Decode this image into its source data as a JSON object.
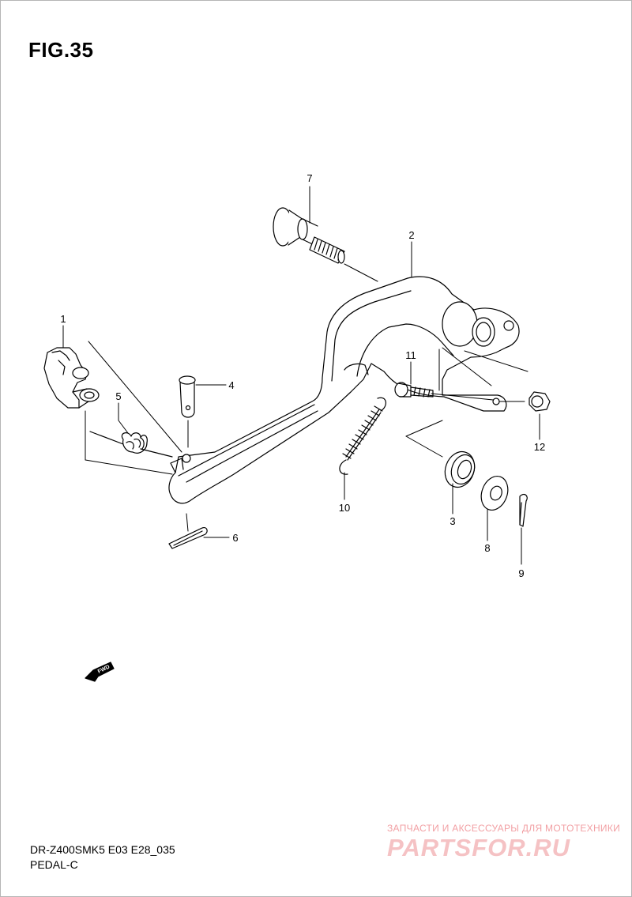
{
  "figure": {
    "title": "FIG.35"
  },
  "callouts": [
    {
      "id": "c1",
      "label": "1"
    },
    {
      "id": "c2",
      "label": "2"
    },
    {
      "id": "c3",
      "label": "3"
    },
    {
      "id": "c4",
      "label": "4"
    },
    {
      "id": "c5",
      "label": "5"
    },
    {
      "id": "c6",
      "label": "6"
    },
    {
      "id": "c7",
      "label": "7"
    },
    {
      "id": "c8",
      "label": "8"
    },
    {
      "id": "c9",
      "label": "9"
    },
    {
      "id": "c10",
      "label": "10"
    },
    {
      "id": "c11",
      "label": "11"
    },
    {
      "id": "c12",
      "label": "12"
    }
  ],
  "fwd_label": "FWD",
  "footer": {
    "model_code": "DR-Z400SMK5 E03 E28_035",
    "part_name": "PEDAL-C"
  },
  "watermark": {
    "tagline": "ЗАПЧАСТИ И АКСЕССУАРЫ ДЛЯ МОТОТЕХНИКИ",
    "logo": "PARTSFOR.RU"
  }
}
